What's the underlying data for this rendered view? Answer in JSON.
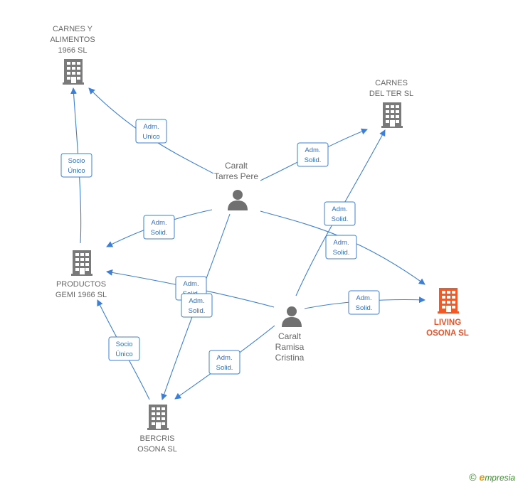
{
  "colors": {
    "edge": "#3d7fd6",
    "company": "#7a7a7a",
    "main_company": "#f05a28",
    "person": "#707070"
  },
  "companies": {
    "carnes_alimentos": [
      "CARNES Y",
      "ALIMENTOS",
      "1966 SL"
    ],
    "carnes_ter": [
      "CARNES",
      "DEL TER  SL"
    ],
    "productos_gemi": [
      "PRODUCTOS",
      "GEMI 1966 SL"
    ],
    "living_osona": [
      "LIVING",
      "OSONA  SL"
    ],
    "bercris_osona": [
      "BERCRIS",
      "OSONA SL"
    ]
  },
  "persons": {
    "caralt_tarres": [
      "Caralt",
      "Tarres Pere"
    ],
    "caralt_ramisa": [
      "Caralt",
      "Ramisa",
      "Cristina"
    ]
  },
  "relations": {
    "adm_unico": [
      "Adm.",
      "Unico"
    ],
    "socio_unico_1": [
      "Socio",
      "Único"
    ],
    "adm_solid_1": [
      "Adm.",
      "Solid."
    ],
    "adm_solid_2": [
      "Adm.",
      "Solid."
    ],
    "adm_solid_3": [
      "Adm.",
      "Solid."
    ],
    "adm_solid_4": [
      "Adm.",
      "Solid."
    ],
    "adm_solid_5": [
      "Adm.",
      "Solid."
    ],
    "adm_solid_6": [
      "Adm.",
      "Solid."
    ],
    "adm_solid_7": [
      "Adm.",
      "Solid."
    ],
    "adm_solid_8": [
      "Adm.",
      "Solid."
    ],
    "socio_unico_2": [
      "Socio",
      "Único"
    ]
  },
  "footer": {
    "copyright": "©",
    "brand_e": "e",
    "brand_rest": "mpresia"
  }
}
